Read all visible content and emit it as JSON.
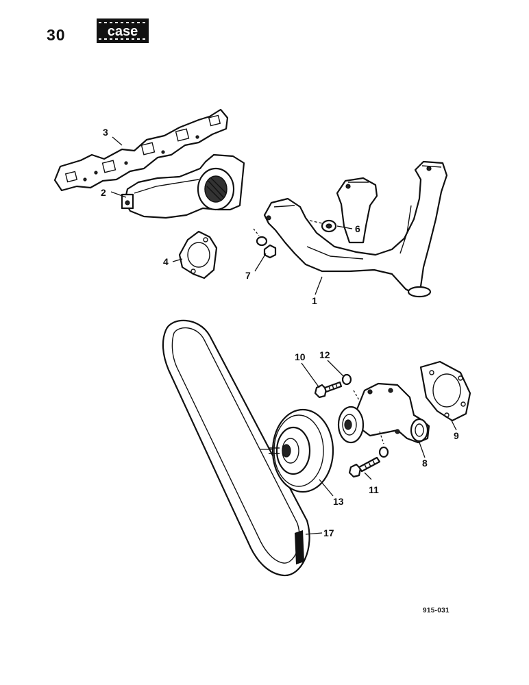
{
  "page": {
    "number": "30"
  },
  "brand": {
    "logo_text": "case"
  },
  "callouts": [
    "1",
    "2",
    "3",
    "4",
    "6",
    "7",
    "8",
    "9",
    "10",
    "11",
    "12",
    "13",
    "17"
  ],
  "figure": {
    "code": "915-031"
  },
  "icons": {
    "logo": "case-brand-logo",
    "parts": [
      "exhaust-manifold",
      "intake-manifold",
      "manifold-gasket",
      "flange-gasket",
      "washer",
      "nut",
      "water-pump",
      "pump-gasket",
      "bolt",
      "lock-washer",
      "fan-pulley",
      "v-belt"
    ]
  }
}
